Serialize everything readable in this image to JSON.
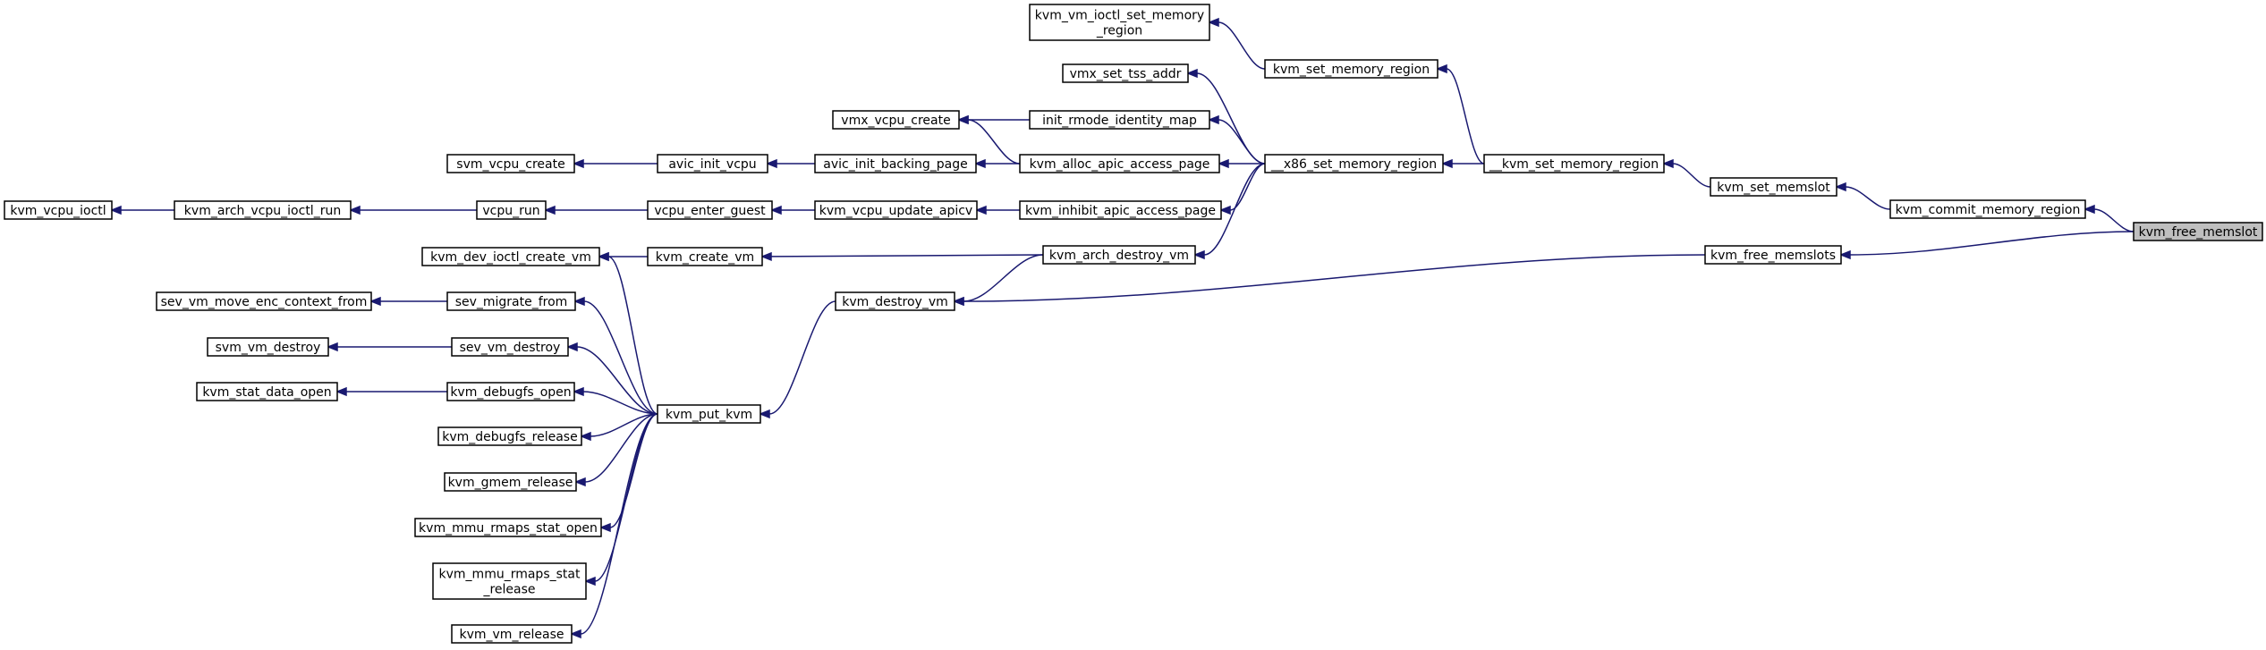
{
  "colors": {
    "edge": "#191970",
    "node_border": "#000000",
    "highlight_fill": "#bfbfbf",
    "background": "#ffffff"
  },
  "nodes": {
    "kvm_free_memslot": {
      "lines": [
        "kvm_free_memslot"
      ]
    },
    "kvm_commit_memory_region": {
      "lines": [
        "kvm_commit_memory_region"
      ]
    },
    "kvm_free_memslots": {
      "lines": [
        "kvm_free_memslots"
      ]
    },
    "kvm_set_memslot": {
      "lines": [
        "kvm_set_memslot"
      ]
    },
    "kvm_destroy_vm": {
      "lines": [
        "kvm_destroy_vm"
      ]
    },
    "__kvm_set_memory_region": {
      "lines": [
        "__kvm_set_memory_region"
      ]
    },
    "__x86_set_memory_region": {
      "lines": [
        "__x86_set_memory_region"
      ]
    },
    "kvm_set_memory_region": {
      "lines": [
        "kvm_set_memory_region"
      ]
    },
    "kvm_vm_ioctl_set_memory_region": {
      "lines": [
        "kvm_vm_ioctl_set_memory",
        "_region"
      ]
    },
    "vmx_set_tss_addr": {
      "lines": [
        "vmx_set_tss_addr"
      ]
    },
    "init_rmode_identity_map": {
      "lines": [
        "init_rmode_identity_map"
      ]
    },
    "kvm_alloc_apic_access_page": {
      "lines": [
        "kvm_alloc_apic_access_page"
      ]
    },
    "kvm_inhibit_apic_access_page": {
      "lines": [
        "kvm_inhibit_apic_access_page"
      ]
    },
    "kvm_arch_destroy_vm": {
      "lines": [
        "kvm_arch_destroy_vm"
      ]
    },
    "vmx_vcpu_create": {
      "lines": [
        "vmx_vcpu_create"
      ]
    },
    "avic_init_backing_page": {
      "lines": [
        "avic_init_backing_page"
      ]
    },
    "avic_init_vcpu": {
      "lines": [
        "avic_init_vcpu"
      ]
    },
    "svm_vcpu_create": {
      "lines": [
        "svm_vcpu_create"
      ]
    },
    "kvm_vcpu_update_apicv": {
      "lines": [
        "kvm_vcpu_update_apicv"
      ]
    },
    "vcpu_enter_guest": {
      "lines": [
        "vcpu_enter_guest"
      ]
    },
    "vcpu_run": {
      "lines": [
        "vcpu_run"
      ]
    },
    "kvm_arch_vcpu_ioctl_run": {
      "lines": [
        "kvm_arch_vcpu_ioctl_run"
      ]
    },
    "kvm_vcpu_ioctl": {
      "lines": [
        "kvm_vcpu_ioctl"
      ]
    },
    "kvm_create_vm": {
      "lines": [
        "kvm_create_vm"
      ]
    },
    "kvm_dev_ioctl_create_vm": {
      "lines": [
        "kvm_dev_ioctl_create_vm"
      ]
    },
    "kvm_put_kvm": {
      "lines": [
        "kvm_put_kvm"
      ]
    },
    "sev_migrate_from": {
      "lines": [
        "sev_migrate_from"
      ]
    },
    "sev_vm_move_enc_context_from": {
      "lines": [
        "sev_vm_move_enc_context_from"
      ]
    },
    "sev_vm_destroy": {
      "lines": [
        "sev_vm_destroy"
      ]
    },
    "svm_vm_destroy": {
      "lines": [
        "svm_vm_destroy"
      ]
    },
    "kvm_debugfs_open": {
      "lines": [
        "kvm_debugfs_open"
      ]
    },
    "kvm_stat_data_open": {
      "lines": [
        "kvm_stat_data_open"
      ]
    },
    "kvm_debugfs_release": {
      "lines": [
        "kvm_debugfs_release"
      ]
    },
    "kvm_gmem_release": {
      "lines": [
        "kvm_gmem_release"
      ]
    },
    "kvm_mmu_rmaps_stat_open": {
      "lines": [
        "kvm_mmu_rmaps_stat_open"
      ]
    },
    "kvm_mmu_rmaps_stat_release": {
      "lines": [
        "kvm_mmu_rmaps_stat",
        "_release"
      ]
    },
    "kvm_vm_release": {
      "lines": [
        "kvm_vm_release"
      ]
    }
  },
  "edges": [
    {
      "from": "kvm_commit_memory_region",
      "to": "kvm_free_memslot"
    },
    {
      "from": "kvm_free_memslots",
      "to": "kvm_free_memslot"
    },
    {
      "from": "kvm_set_memslot",
      "to": "kvm_commit_memory_region"
    },
    {
      "from": "__kvm_set_memory_region",
      "to": "kvm_set_memslot"
    },
    {
      "from": "__x86_set_memory_region",
      "to": "__kvm_set_memory_region"
    },
    {
      "from": "kvm_set_memory_region",
      "to": "__kvm_set_memory_region"
    },
    {
      "from": "kvm_vm_ioctl_set_memory_region",
      "to": "kvm_set_memory_region"
    },
    {
      "from": "vmx_set_tss_addr",
      "to": "__x86_set_memory_region"
    },
    {
      "from": "init_rmode_identity_map",
      "to": "__x86_set_memory_region"
    },
    {
      "from": "kvm_alloc_apic_access_page",
      "to": "__x86_set_memory_region"
    },
    {
      "from": "kvm_inhibit_apic_access_page",
      "to": "__x86_set_memory_region"
    },
    {
      "from": "kvm_arch_destroy_vm",
      "to": "__x86_set_memory_region"
    },
    {
      "from": "vmx_vcpu_create",
      "to": "init_rmode_identity_map"
    },
    {
      "from": "vmx_vcpu_create",
      "to": "kvm_alloc_apic_access_page"
    },
    {
      "from": "avic_init_backing_page",
      "to": "kvm_alloc_apic_access_page"
    },
    {
      "from": "avic_init_vcpu",
      "to": "avic_init_backing_page"
    },
    {
      "from": "svm_vcpu_create",
      "to": "avic_init_vcpu"
    },
    {
      "from": "kvm_vcpu_update_apicv",
      "to": "kvm_inhibit_apic_access_page"
    },
    {
      "from": "vcpu_enter_guest",
      "to": "kvm_vcpu_update_apicv"
    },
    {
      "from": "vcpu_run",
      "to": "vcpu_enter_guest"
    },
    {
      "from": "kvm_arch_vcpu_ioctl_run",
      "to": "vcpu_run"
    },
    {
      "from": "kvm_vcpu_ioctl",
      "to": "kvm_arch_vcpu_ioctl_run"
    },
    {
      "from": "kvm_create_vm",
      "to": "kvm_arch_destroy_vm"
    },
    {
      "from": "kvm_destroy_vm",
      "to": "kvm_arch_destroy_vm"
    },
    {
      "from": "kvm_destroy_vm",
      "to": "kvm_free_memslots"
    },
    {
      "from": "kvm_dev_ioctl_create_vm",
      "to": "kvm_create_vm"
    },
    {
      "from": "kvm_put_kvm",
      "to": "kvm_destroy_vm"
    },
    {
      "from": "kvm_dev_ioctl_create_vm",
      "to": "kvm_put_kvm"
    },
    {
      "from": "sev_migrate_from",
      "to": "kvm_put_kvm"
    },
    {
      "from": "sev_vm_move_enc_context_from",
      "to": "sev_migrate_from"
    },
    {
      "from": "sev_vm_destroy",
      "to": "kvm_put_kvm"
    },
    {
      "from": "svm_vm_destroy",
      "to": "sev_vm_destroy"
    },
    {
      "from": "kvm_debugfs_open",
      "to": "kvm_put_kvm"
    },
    {
      "from": "kvm_stat_data_open",
      "to": "kvm_debugfs_open"
    },
    {
      "from": "kvm_debugfs_release",
      "to": "kvm_put_kvm"
    },
    {
      "from": "kvm_gmem_release",
      "to": "kvm_put_kvm"
    },
    {
      "from": "kvm_mmu_rmaps_stat_open",
      "to": "kvm_put_kvm"
    },
    {
      "from": "kvm_mmu_rmaps_stat_release",
      "to": "kvm_put_kvm"
    },
    {
      "from": "kvm_vm_release",
      "to": "kvm_put_kvm"
    }
  ]
}
